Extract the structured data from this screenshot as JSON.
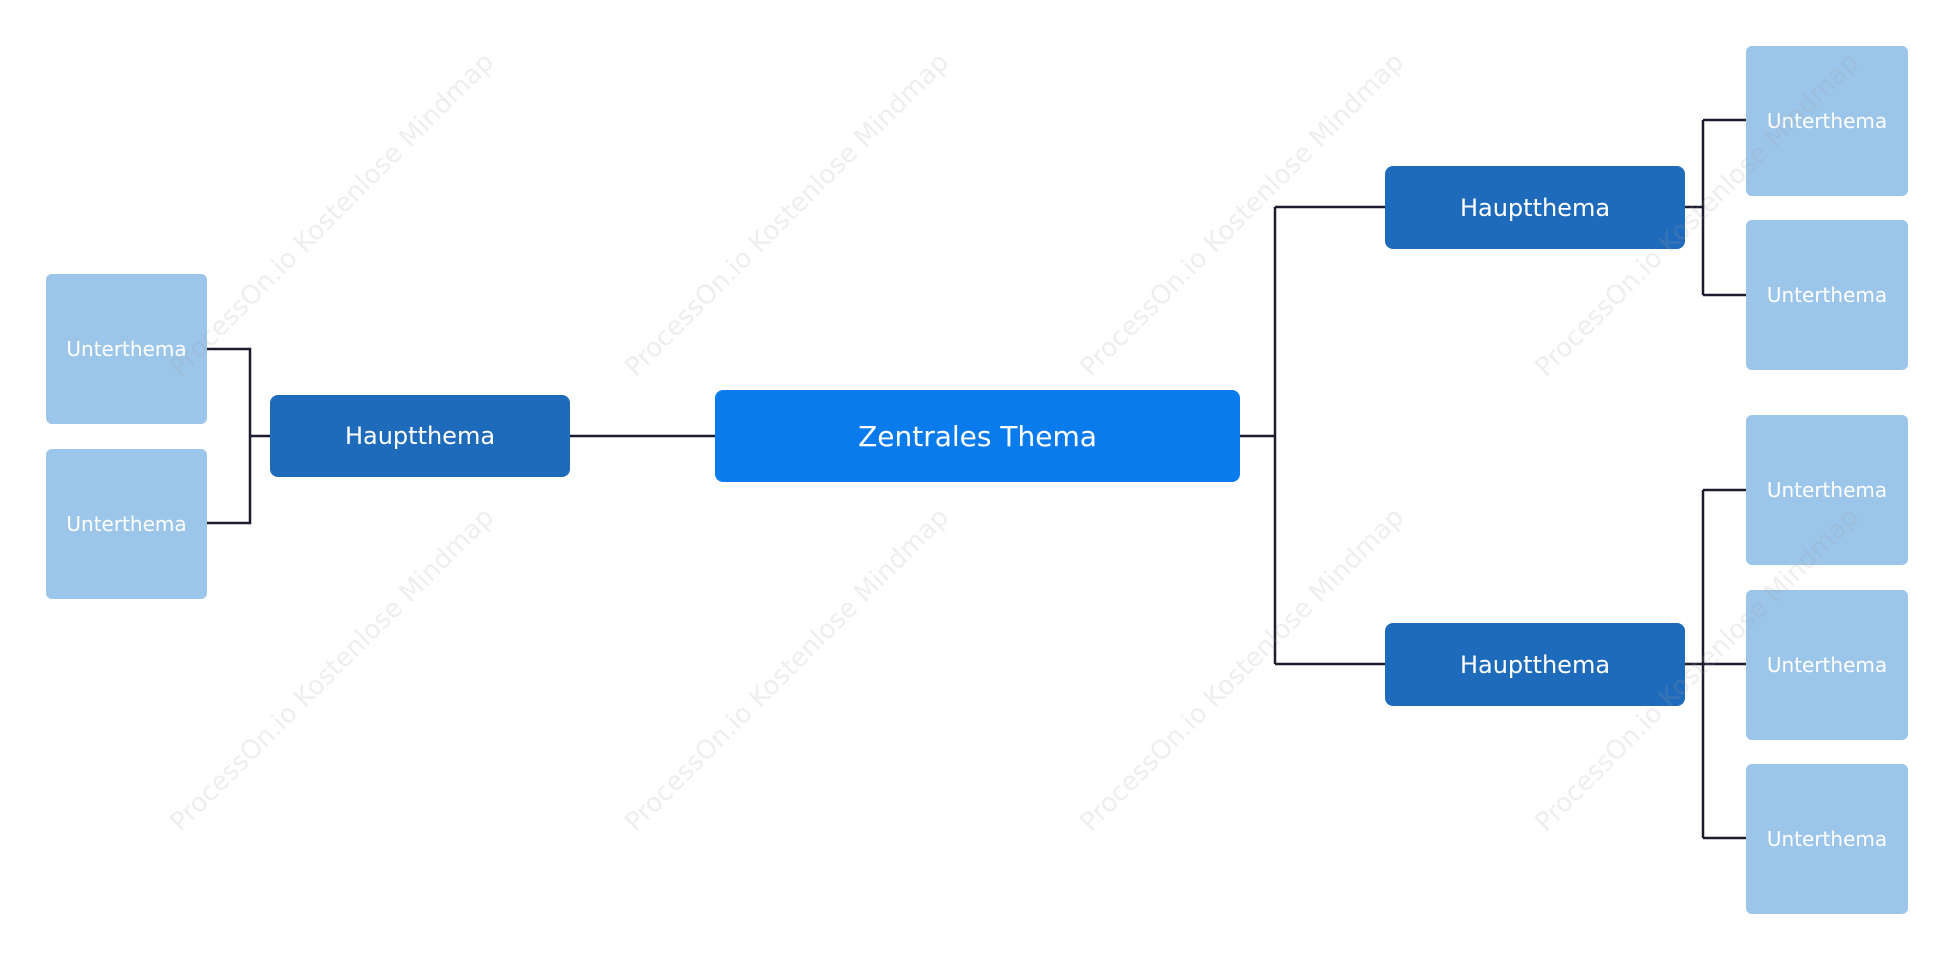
{
  "watermark": "ProcessOn.io Kostenlose Mindmap",
  "colors": {
    "central": "#097bed",
    "main": "#1f6bbb",
    "sub": "#9cc5ea",
    "connector": "#1b1d2e",
    "text": "#ffffff"
  },
  "central": {
    "label": "Zentrales Thema"
  },
  "left_branch": {
    "label": "Hauptthema",
    "subtopics": [
      {
        "label": "Unterthema"
      },
      {
        "label": "Unterthema"
      }
    ]
  },
  "right_branches": [
    {
      "label": "Hauptthema",
      "subtopics": [
        {
          "label": "Unterthema"
        },
        {
          "label": "Unterthema"
        }
      ]
    },
    {
      "label": "Hauptthema",
      "subtopics": [
        {
          "label": "Unterthema"
        },
        {
          "label": "Unterthema"
        },
        {
          "label": "Unterthema"
        }
      ]
    }
  ]
}
